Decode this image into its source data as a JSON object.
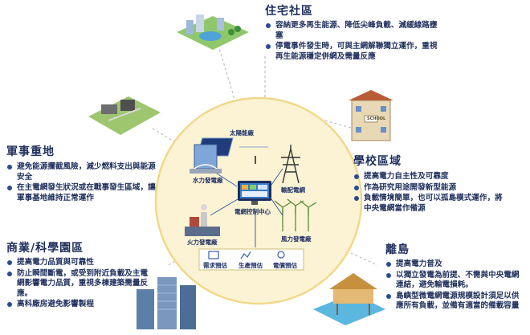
{
  "regions": {
    "residential": {
      "title": "住宅社區",
      "bullets": [
        "容納更多再生能源、降低尖峰負載、減緩線路壅塞",
        "停電事件發生時，可與主網解聯獨立運作，重視再生能源穩定併網及需量反應"
      ]
    },
    "military": {
      "title": "軍事重地",
      "bullets": [
        "避免能源攔截風險，減少燃料支出與能源安全",
        "在主電網發生狀況或在戰事發生區域，讓軍事基地維持正常運作"
      ]
    },
    "school": {
      "title": "學校區域",
      "bullets": [
        "提高電力自主性及可靠度",
        "作為研究用途開發新型能源",
        "負載情境簡單，也可以孤島模式運作，將中央電網當作備源"
      ]
    },
    "commercial": {
      "title": "商業/科學園區",
      "bullets": [
        "提高電力品質與可靠性",
        "防止瞬間斷電，或受到附近負載及主電網影響電力品質，重視多棟建築需量反應。",
        "高科廠房避免影響製程"
      ]
    },
    "island": {
      "title": "離島",
      "bullets": [
        "提高電力普及",
        "以獨立發電為前提、不需與中央電網連結，避免輸電損耗。",
        "島嶼型微電網電源規模設計須足以供應所有負載，並備有適當的備載容量"
      ]
    }
  },
  "center": {
    "solar": "太陽能廠",
    "hydro": "水力發電廠",
    "transmission": "輸配電網",
    "control": "電網控制中心",
    "thermal": "火力發電廠",
    "wind": "風力發電廠",
    "demand": "需求預估",
    "production": "生產預估",
    "price": "電價預估"
  },
  "school_sign": "SCHOOL",
  "colors": {
    "title": "#1f2f5c",
    "bullet": "#2b4a93",
    "circle_fill": "#fbf3d3",
    "circle_border": "#f0d98a",
    "dash": "#bfbfbf"
  }
}
